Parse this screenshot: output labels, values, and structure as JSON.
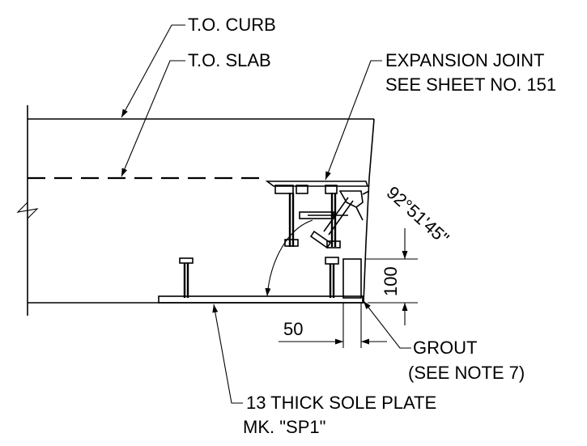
{
  "labels": {
    "curb": "T.O. CURB",
    "slab": "T.O. SLAB",
    "joint_line1": "EXPANSION JOINT",
    "joint_line2": "SEE SHEET NO. 151",
    "angle": "92°51'45\"",
    "dim_vertical": "100",
    "dim_horizontal": "50",
    "grout_line1": "GROUT",
    "grout_line2": "(SEE NOTE 7)",
    "plate_line1": "13 THICK SOLE PLATE",
    "plate_line2": "MK. \"SP1\""
  }
}
